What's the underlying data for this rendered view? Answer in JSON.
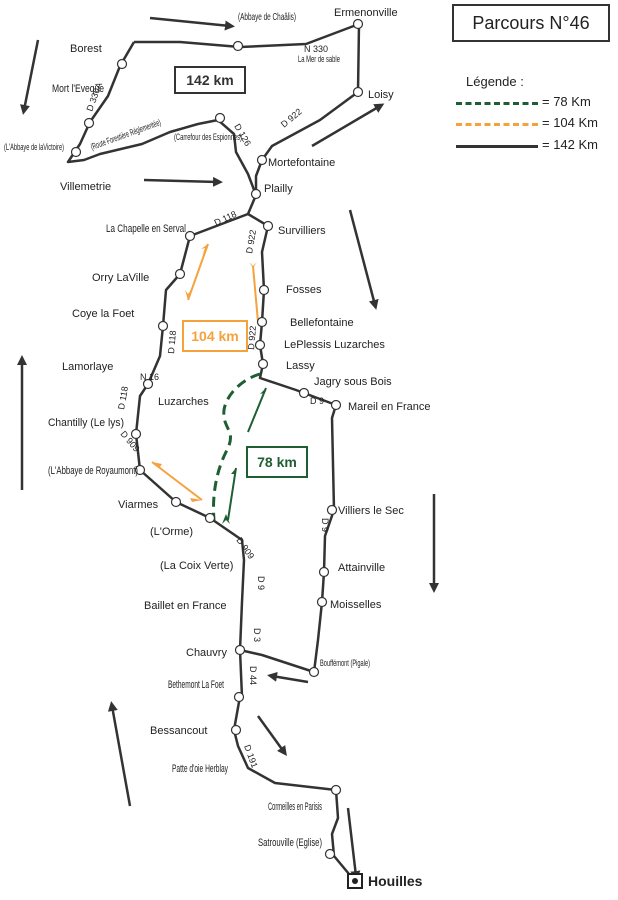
{
  "title": "Parcours N°46",
  "legend": {
    "title": "Légende :",
    "items": [
      {
        "label": "= 78 Km",
        "color": "#1f5e33",
        "style": "dashed"
      },
      {
        "label": "= 104 Km",
        "color": "#f5a23c",
        "style": "dashed"
      },
      {
        "label": "= 142 Km",
        "color": "#333333",
        "style": "solid"
      }
    ]
  },
  "distance_boxes": [
    {
      "label": "142 km",
      "color": "#333333"
    },
    {
      "label": "104 km",
      "color": "#f5a23c"
    },
    {
      "label": "78 km",
      "color": "#1f5e33"
    }
  ],
  "places": [
    {
      "name": "Ermenonville"
    },
    {
      "name": "(Abbaye de Chaâlis)"
    },
    {
      "name": "Borest"
    },
    {
      "name": "Mort l'Eveque"
    },
    {
      "name": "(L'Abbaye de laVictoire)"
    },
    {
      "name": "Villemetrie"
    },
    {
      "name": "(Route Forestière Réglementée)"
    },
    {
      "name": "(Carrefour des Espionnes)"
    },
    {
      "name": "La Mer de sable"
    },
    {
      "name": "Loisy"
    },
    {
      "name": "Mortefontaine"
    },
    {
      "name": "Plailly"
    },
    {
      "name": "La Chapelle en Serval"
    },
    {
      "name": "Survilliers"
    },
    {
      "name": "Orry LaVille"
    },
    {
      "name": "Fosses"
    },
    {
      "name": "Coye la Foet"
    },
    {
      "name": "Bellefontaine"
    },
    {
      "name": "LePlessis Luzarches"
    },
    {
      "name": "Lassy"
    },
    {
      "name": "Lamorlaye"
    },
    {
      "name": "Jagry sous Bois"
    },
    {
      "name": "Mareil en France"
    },
    {
      "name": "Luzarches"
    },
    {
      "name": "Chantilly (Le lys)"
    },
    {
      "name": "(L'Abbaye de Royaumont)"
    },
    {
      "name": "Viarmes"
    },
    {
      "name": "(L'Orme)"
    },
    {
      "name": "Villiers le Sec"
    },
    {
      "name": "(La Coix Verte)"
    },
    {
      "name": "Attainville"
    },
    {
      "name": "Baillet en France"
    },
    {
      "name": "Moisselles"
    },
    {
      "name": "Chauvry"
    },
    {
      "name": "Bouffémont (Pigale)"
    },
    {
      "name": "Bethemont La Foet"
    },
    {
      "name": "Bessancout"
    },
    {
      "name": "Patte d'oie Herblay"
    },
    {
      "name": "Cormeilles en Parisis"
    },
    {
      "name": "Satrouville (Eglise)"
    },
    {
      "name": "Houilles"
    }
  ],
  "road_labels": [
    "D 330A",
    "N 330",
    "D 126",
    "D 922",
    "D 118",
    "D 922",
    "D 922",
    "D 118",
    "N 16",
    "D 118",
    "D 909",
    "D 9",
    "D 9",
    "D 909",
    "D 9",
    "D 3",
    "D 44",
    "D 191"
  ],
  "colors": {
    "route_142": "#333333",
    "route_104": "#f5a23c",
    "route_78": "#1f5e33",
    "background": "#ffffff"
  }
}
